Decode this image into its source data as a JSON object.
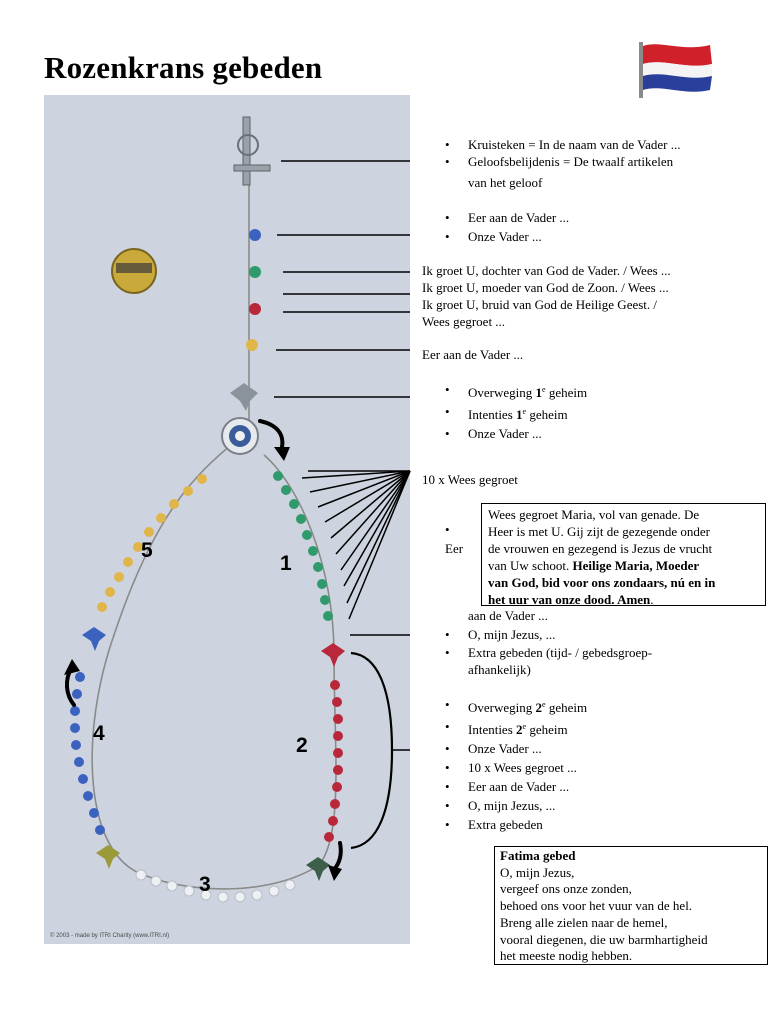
{
  "title": "Rozenkrans gebeden",
  "photo_credit": "© 2003 - made by ITRI Charity (www.ITRI.nl)",
  "decade_numbers": [
    "1",
    "2",
    "3",
    "4",
    "5"
  ],
  "top_list": [
    "Kruisteken = In de naam van de Vader ...",
    "Geloofsbelijdenis = De twaalf artikelen",
    "van het geloof",
    "Eer aan de Vader ...",
    "Onze Vader ..."
  ],
  "ik_groet": [
    "Ik groet U, dochter van God de Vader. / Wees ...",
    "Ik groet U, moeder van God de Zoon. / Wees ...",
    "Ik groet U, bruid van God de Heilige Geest. /",
    "Wees gegroet ..."
  ],
  "eer_line": "Eer aan de Vader ...",
  "first_mystery": {
    "meditation_pre": "Overweging ",
    "intentions_pre": "Intenties ",
    "num": "1",
    "sup": "e",
    "suffix": " geheim",
    "our_father": "Onze Vader ..."
  },
  "ten_hail_marys": "10 x Wees gegroet",
  "eer_stub": "Eer",
  "hail_mary": {
    "lines": [
      "Wees gegroet Maria, vol van genade. De",
      "Heer is met U. Gij zijt de gezegende onder",
      "de vrouwen en gezegend is Jezus de vrucht"
    ],
    "line4_plain": "van Uw schoot. ",
    "line4_bold": "Heilige Maria, Moeder",
    "bold_lines": [
      "van God, bid voor ons zondaars, nú en in"
    ],
    "line6_bold": "het uur van onze dood. Amen",
    "line6_end": "."
  },
  "after_box": [
    "aan de Vader ...",
    "O, mijn Jezus, ...",
    "Extra gebeden (tijd- / gebedsgroep-",
    "afhankelijk)"
  ],
  "second_mystery": {
    "meditation_pre": "Overweging ",
    "intentions_pre": "Intenties ",
    "num": "2",
    "sup": "e",
    "suffix": " geheim",
    "items": [
      "Onze Vader ...",
      "10 x Wees gegroet ...",
      "Eer aan de Vader ...",
      "O, mijn Jezus, ...",
      "Extra gebeden"
    ]
  },
  "fatima": {
    "heading": "Fatima gebed",
    "lines": [
      "O, mijn Jezus,",
      "vergeef ons onze zonden,",
      "behoed ons voor het vuur van de hel.",
      "Breng alle zielen naar de hemel,",
      "vooral diegenen, die uw barmhartigheid",
      "het meeste nodig hebben."
    ]
  },
  "colors": {
    "background": "#ffffff",
    "photo_bg": "#c9d0dc",
    "bead_green": "#2f9a6c",
    "bead_red": "#b8283a",
    "bead_blue": "#3c62c0",
    "bead_yellow": "#e0b64a",
    "bead_white": "#e8edf2"
  },
  "icons": [
    "netherlands-flag-icon",
    "crucifix-icon",
    "medallion-icon",
    "dove-icon",
    "arrow-icon"
  ]
}
